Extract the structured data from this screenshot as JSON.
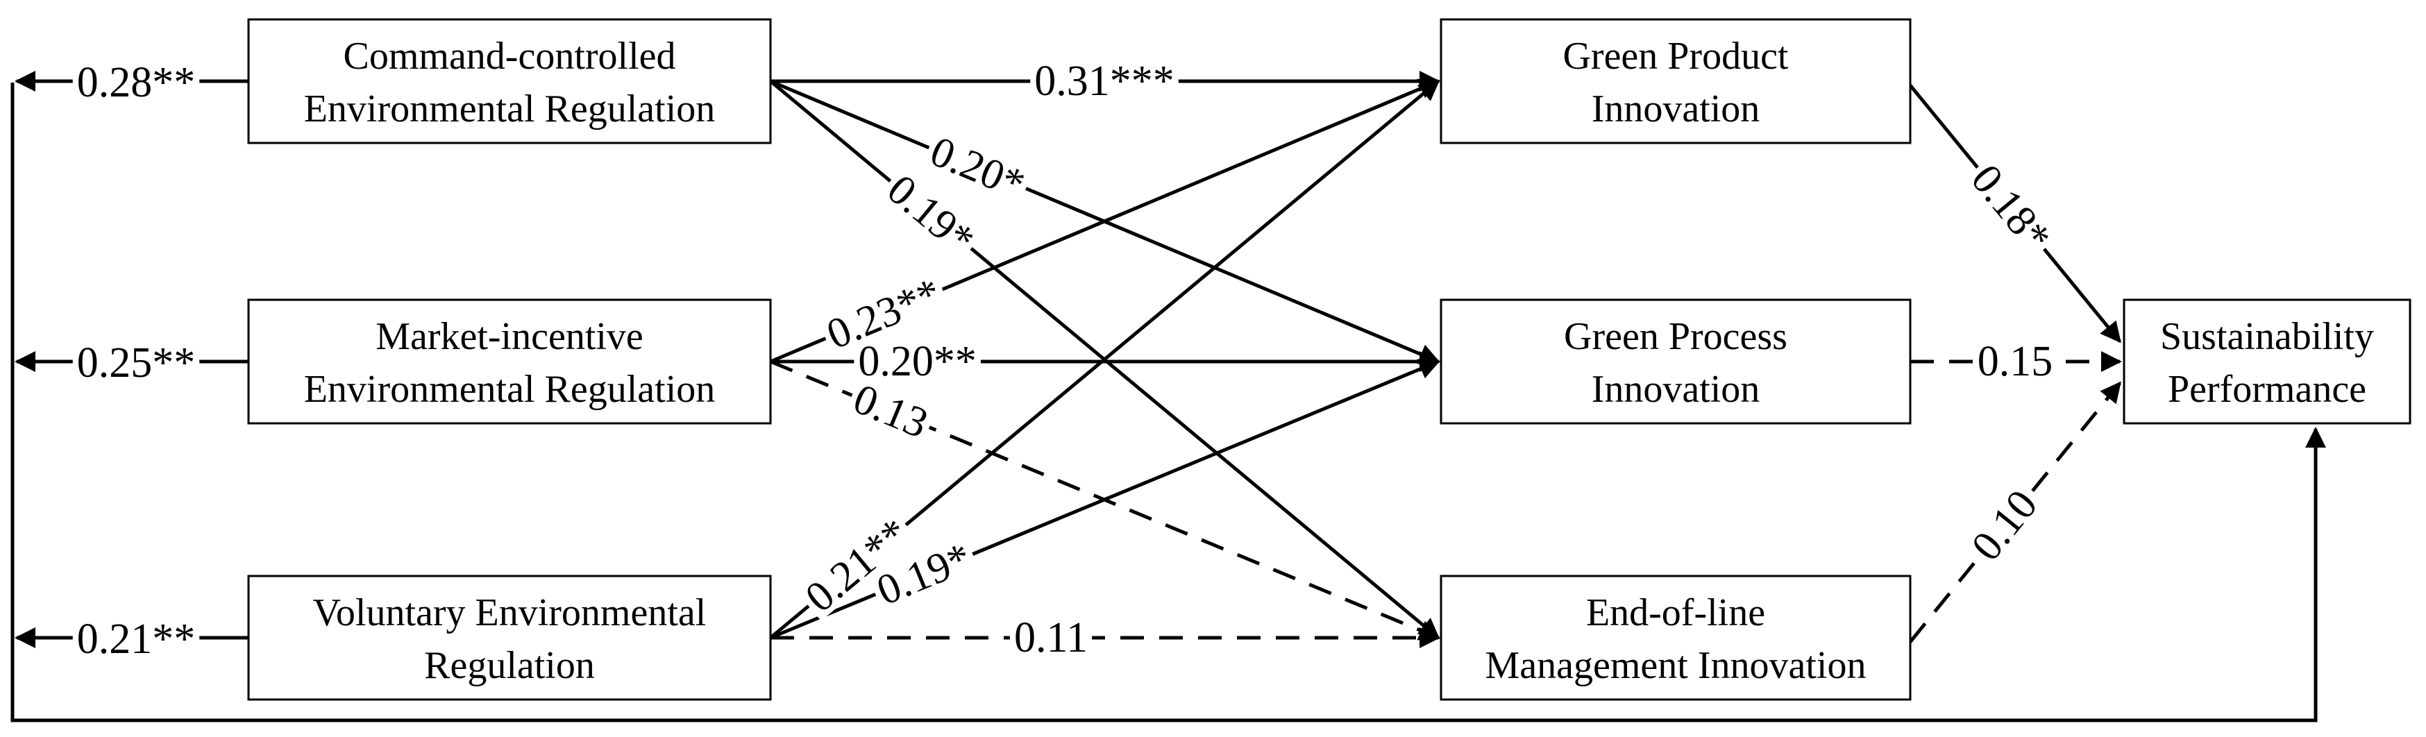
{
  "nodes": {
    "cer": {
      "lines": [
        "Command-controlled",
        "Environmental Regulation"
      ]
    },
    "mer": {
      "lines": [
        "Market-incentive",
        "Environmental Regulation"
      ]
    },
    "ver": {
      "lines": [
        "Voluntary Environmental",
        "Regulation"
      ]
    },
    "gpi": {
      "lines": [
        "Green Product",
        "Innovation"
      ]
    },
    "gpr": {
      "lines": [
        "Green Process",
        "Innovation"
      ]
    },
    "emi": {
      "lines": [
        "End-of-line",
        "Management Innovation"
      ]
    },
    "sp": {
      "lines": [
        "Sustainability",
        "Performance"
      ]
    }
  },
  "edges": [
    {
      "id": "cer-gpi",
      "from": "cer",
      "to": "gpi",
      "label": "0.31***",
      "dashed": false
    },
    {
      "id": "cer-gpr",
      "from": "cer",
      "to": "gpr",
      "label": "0.20*",
      "dashed": false
    },
    {
      "id": "cer-emi",
      "from": "cer",
      "to": "emi",
      "label": "0.19*",
      "dashed": false
    },
    {
      "id": "mer-gpi",
      "from": "mer",
      "to": "gpi",
      "label": "0.23**",
      "dashed": false
    },
    {
      "id": "mer-gpr",
      "from": "mer",
      "to": "gpr",
      "label": "0.20**",
      "dashed": false
    },
    {
      "id": "mer-emi",
      "from": "mer",
      "to": "emi",
      "label": "0.13",
      "dashed": true
    },
    {
      "id": "ver-gpi",
      "from": "ver",
      "to": "gpi",
      "label": "0.21**",
      "dashed": false
    },
    {
      "id": "ver-gpr",
      "from": "ver",
      "to": "gpr",
      "label": "0.19*",
      "dashed": false
    },
    {
      "id": "ver-emi",
      "from": "ver",
      "to": "emi",
      "label": "0.11",
      "dashed": true
    },
    {
      "id": "gpi-sp",
      "from": "gpi",
      "to": "sp",
      "label": "0.18*",
      "dashed": false
    },
    {
      "id": "gpr-sp",
      "from": "gpr",
      "to": "sp",
      "label": "0.15",
      "dashed": true
    },
    {
      "id": "emi-sp",
      "from": "emi",
      "to": "sp",
      "label": "0.10",
      "dashed": true
    }
  ],
  "direct_effects": [
    {
      "id": "cer-direct",
      "from": "cer",
      "label": "0.28**"
    },
    {
      "id": "mer-direct",
      "from": "mer",
      "label": "0.25**"
    },
    {
      "id": "ver-direct",
      "from": "ver",
      "label": "0.21**"
    }
  ]
}
